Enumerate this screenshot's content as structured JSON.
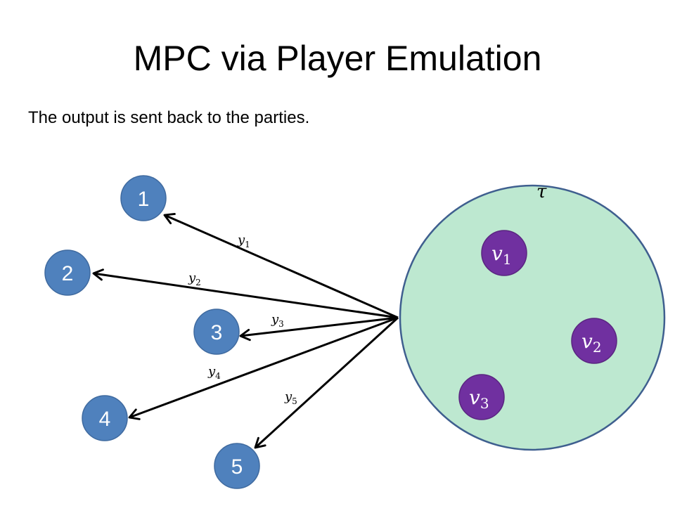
{
  "slide": {
    "title": "MPC via Player Emulation",
    "subtitle": "The output is sent back to the parties."
  },
  "diagram": {
    "emulator": {
      "label": "τ",
      "fill": "#bde8d0",
      "stroke": "#3f5f8f"
    },
    "virtual_players": [
      {
        "base": "v",
        "sub": "1"
      },
      {
        "base": "v",
        "sub": "2"
      },
      {
        "base": "v",
        "sub": "3"
      }
    ],
    "virtual_player_color": "#7030a0",
    "parties": [
      {
        "label": "1"
      },
      {
        "label": "2"
      },
      {
        "label": "3"
      },
      {
        "label": "4"
      },
      {
        "label": "5"
      }
    ],
    "party_color": "#4f81bd",
    "outputs": [
      {
        "base": "y",
        "sub": "1"
      },
      {
        "base": "y",
        "sub": "2"
      },
      {
        "base": "y",
        "sub": "3"
      },
      {
        "base": "y",
        "sub": "4"
      },
      {
        "base": "y",
        "sub": "5"
      }
    ],
    "arrow_color": "#000000"
  }
}
